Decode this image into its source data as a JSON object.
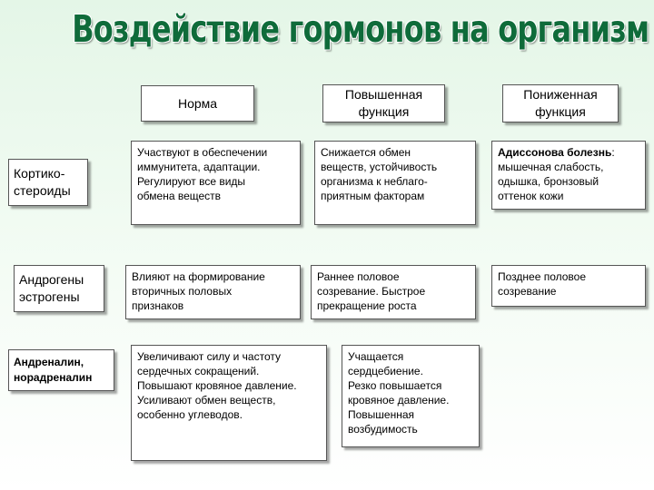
{
  "title": "Воздействие гормонов на организм",
  "headers": {
    "norm": "Норма",
    "increased": [
      "Повышенная",
      "функция"
    ],
    "decreased": [
      "Пониженная",
      "функция"
    ]
  },
  "rows": [
    {
      "label": [
        "Кортико-",
        "стероиды"
      ],
      "norm": [
        "Участвуют в обеспечении",
        "иммунитета, адаптации.",
        "Регулируют все виды",
        "обмена веществ"
      ],
      "increased": [
        "Снижается обмен",
        "веществ, устойчивость",
        "организма к неблаго-",
        "приятным факторам"
      ],
      "decreased_bold": "Адиссонова болезнь",
      "decreased": [
        ":",
        "мышечная слабость,",
        "одышка, бронзовый",
        "оттенок кожи"
      ]
    },
    {
      "label": [
        "Андрогены",
        "эстрогены"
      ],
      "norm": [
        "Влияют на формирование",
        "вторичных половых",
        "признаков"
      ],
      "increased": [
        "Раннее половое",
        "созревание. Быстрое",
        "прекращение роста"
      ],
      "decreased": [
        "Позднее половое",
        "созревание"
      ]
    },
    {
      "label": [
        "Андреналин,",
        "норадреналин"
      ],
      "norm": [
        "Увеличивают силу и частоту",
        "сердечных сокращений.",
        "Повышают кровяное давление.",
        "Усиливают обмен веществ,",
        "особенно углеводов."
      ],
      "increased": [
        "Учащается",
        "сердцебиение.",
        "Резко повышается",
        "кровяное давление.",
        "Повышенная",
        "возбудимость"
      ]
    }
  ]
}
